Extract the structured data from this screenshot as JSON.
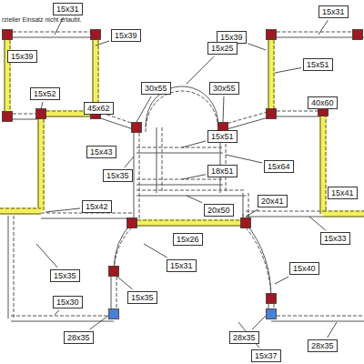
{
  "diagram": {
    "nodes": [
      {
        "text": [
          "15x31"
        ]
      },
      {
        "text": [
          "15x31"
        ]
      },
      {
        "text": [
          "15x39"
        ]
      },
      {
        "text": [
          "15x39"
        ]
      },
      {
        "text": [
          "15x25"
        ]
      },
      {
        "text": [
          "15x39"
        ]
      },
      {
        "text": [
          "15x51"
        ]
      },
      {
        "text": [
          "30x55"
        ]
      },
      {
        "text": [
          "30x55"
        ]
      },
      {
        "text": [
          "15x52"
        ]
      },
      {
        "text": [
          "40x60"
        ]
      },
      {
        "text": [
          "45x62"
        ]
      },
      {
        "text": [
          "15x51"
        ]
      },
      {
        "text": [
          "15x43"
        ]
      },
      {
        "text": [
          "15x64"
        ]
      },
      {
        "text": [
          "18x51"
        ]
      },
      {
        "text": [
          "15x35"
        ]
      },
      {
        "text": [
          "15x41"
        ]
      },
      {
        "text": [
          "20x41"
        ]
      },
      {
        "text": [
          "15x42"
        ]
      },
      {
        "text": [
          "20x50"
        ]
      },
      {
        "text": [
          "15x33"
        ]
      },
      {
        "text": [
          "15x26"
        ]
      },
      {
        "text": [
          "15x31"
        ]
      },
      {
        "text": [
          "15x40"
        ]
      },
      {
        "text": [
          "15x35"
        ]
      },
      {
        "text": [
          "15x35"
        ]
      },
      {
        "text": [
          "15x30"
        ]
      },
      {
        "text": [
          "28x35"
        ]
      },
      {
        "text": [
          "28x35"
        ]
      },
      {
        "text": [
          "28x35"
        ]
      },
      {
        "text": [
          "15x37"
        ]
      }
    ],
    "labels": [
      "rzieller Einsatz nicht erlaubt."
    ]
  }
}
